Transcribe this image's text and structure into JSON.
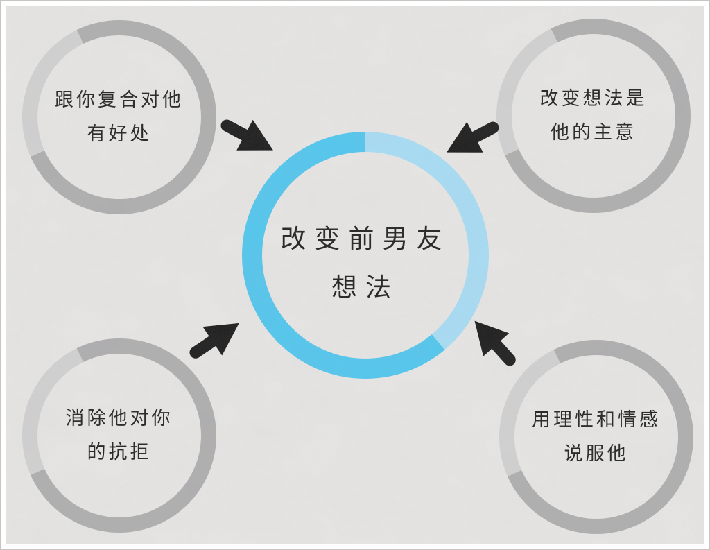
{
  "center_node": {
    "line1": "改变前男友",
    "line2": "想法"
  },
  "satellite_nodes": [
    {
      "position": "top-left",
      "line1": "跟你复合对他",
      "line2": "有好处"
    },
    {
      "position": "top-right",
      "line1": "改变想法是",
      "line2": "他的主意"
    },
    {
      "position": "bottom-left",
      "line1": "消除他对你",
      "line2": "的抗拒"
    },
    {
      "position": "bottom-right",
      "line1": "用理性和情感",
      "line2": "说服他"
    }
  ],
  "icons": {
    "arrow_top_left": "arrow-pointing-down-right",
    "arrow_top_right": "arrow-pointing-down-left",
    "arrow_bottom_left": "arrow-pointing-up-right",
    "arrow_bottom_right": "arrow-pointing-up-left"
  },
  "colors": {
    "background": "#e9e8e6",
    "frame": "#ffffff",
    "frame_border": "#c6c5c3",
    "center_ring_main": "#4ec7f0",
    "center_ring_light": "#a6def7",
    "satellite_ring_main": "#aeaeae",
    "satellite_ring_light": "#d2d2d2",
    "arrow": "#141414",
    "text": "#1b1b1b"
  }
}
